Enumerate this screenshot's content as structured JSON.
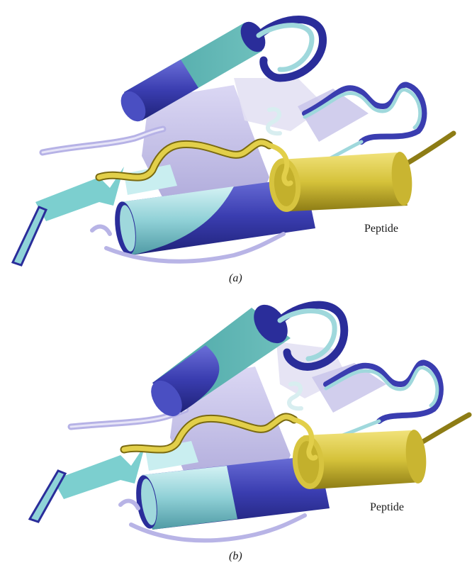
{
  "figure": {
    "panels": [
      {
        "id": "a",
        "label": "(a)",
        "peptide_label": "Peptide"
      },
      {
        "id": "b",
        "label": "(b)",
        "peptide_label": "Peptide"
      }
    ]
  },
  "colors": {
    "dark_blue": "#2b2f9e",
    "cyan": "#8fd3d8",
    "teal": "#3e9a9a",
    "lavender": "#a9a4d9",
    "gold": "#d2bf3a",
    "gold_dark": "#9b8a1b",
    "white_strand": "#e8f6f7"
  }
}
